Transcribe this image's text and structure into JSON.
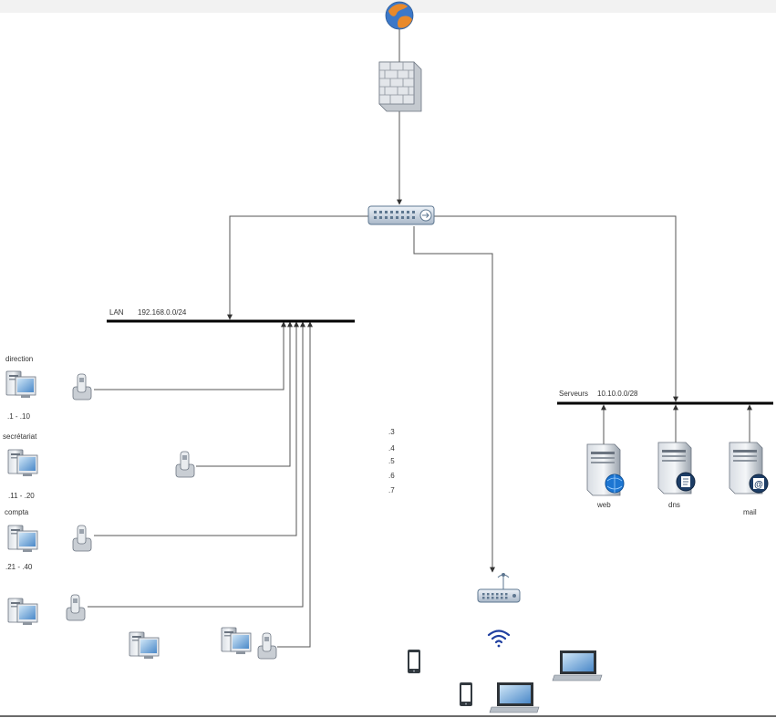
{
  "colors": {
    "line": "#555555",
    "bus": "#000000",
    "globe_orange": "#e8892b",
    "globe_blue": "#3c78c8",
    "wifi": "#1f3fa0",
    "screen": "#4a88c8"
  },
  "labels": {
    "lan_name": "LAN",
    "lan_subnet": "192.168.0.0/24",
    "servers_name": "Serveurs",
    "servers_subnet": "10.10.0.0/28",
    "direction": "direction",
    "direction_range": ".1 - .10",
    "secretariat": "secrétariat",
    "secretariat_range": ".11 - .20",
    "compta": "compta",
    "compta_range": ".21 - .40",
    "web": "web",
    "dns": "dns",
    "mail": "mail",
    "ip_list": [
      ".3",
      ".4",
      ".5",
      ".6",
      ".7"
    ]
  },
  "icons": {
    "internet": "globe-icon",
    "firewall": "firewall-icon",
    "core_switch": "switch-icon",
    "access_point": "wireless-router-icon",
    "wifi": "wifi-icon",
    "phone": "ip-phone-icon",
    "workstation": "workstation-icon",
    "server": "server-icon",
    "mobile": "smartphone-icon",
    "laptop": "laptop-icon"
  }
}
